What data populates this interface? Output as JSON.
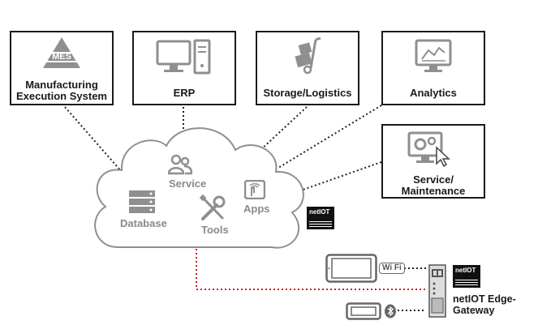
{
  "boxes": {
    "mes": {
      "icon_text": "MES",
      "label_line1": "Manufacturing",
      "label_line2": "Execution System"
    },
    "erp": {
      "label": "ERP"
    },
    "storage": {
      "label": "Storage/Logistics"
    },
    "analytics": {
      "label": "Analytics"
    },
    "service": {
      "label_line1": "Service/",
      "label_line2": "Maintenance"
    }
  },
  "cloud": {
    "service": "Service",
    "database": "Database",
    "tools": "Tools",
    "apps": "Apps"
  },
  "badges": {
    "cloud_badge": "netIOT",
    "gateway_badge": "netIOT"
  },
  "gateway": {
    "label_line1": "netIOT Edge-",
    "label_line2": "Gateway"
  },
  "wireless": {
    "wifi": "Wi Fi"
  },
  "colors": {
    "dotted_black": "#222222",
    "dotted_red": "#d42020",
    "icon_gray": "#8f8f8f",
    "box_border": "#1a1a1a"
  }
}
